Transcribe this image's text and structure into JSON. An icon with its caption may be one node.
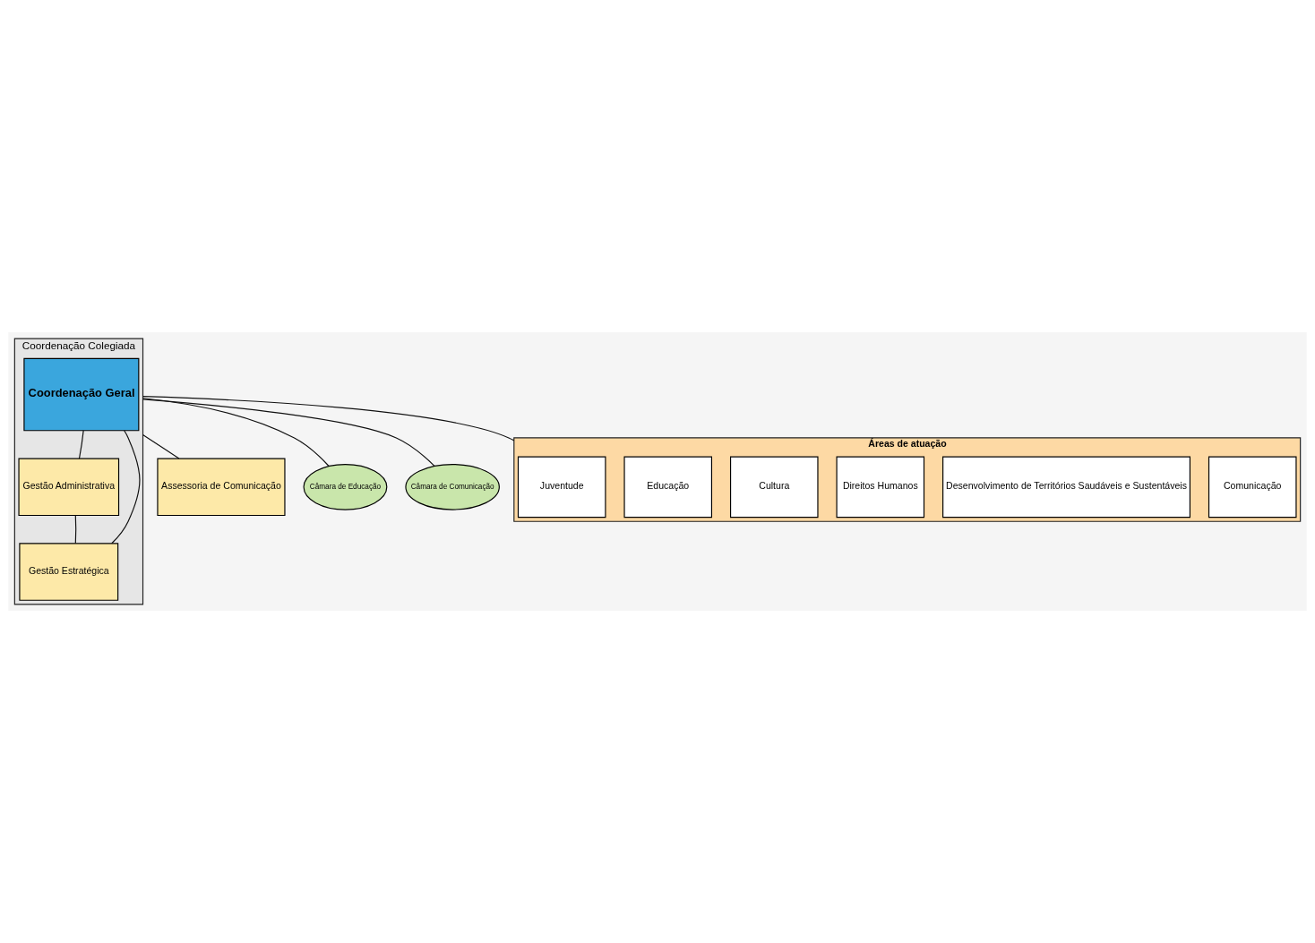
{
  "diagram": {
    "nodes": [
      {
        "text": [
          "Coordenação Colegiada"
        ]
      },
      {
        "text": [
          "Coordenação Geral"
        ],
        "in": 0
      },
      {
        "text": [
          "Gestão Administrativa"
        ],
        "in": 0
      },
      {
        "text": [
          "Gestão Estratégica"
        ],
        "in": 0
      },
      {
        "text": [
          "Assessoria de Comunicação"
        ]
      },
      {
        "text": [
          "Câmara de Educação"
        ]
      },
      {
        "text": [
          "Câmara de Comunicação"
        ]
      },
      {
        "text": [
          "Áreas de atuação"
        ]
      },
      {
        "text": [
          "Juventude"
        ],
        "in": 7
      },
      {
        "text": [
          "Educação"
        ],
        "in": 7
      },
      {
        "text": [
          "Cultura"
        ],
        "in": 7
      },
      {
        "text": [
          "Direitos Humanos"
        ],
        "in": 7
      },
      {
        "text": [
          "Desenvolvimento de Territórios Saudáveis e Sustentáveis"
        ],
        "in": 7
      },
      {
        "text": [
          "Comunicação"
        ],
        "in": 7
      }
    ],
    "edges": [
      {
        "from": 1,
        "to": 2,
        "arrow": "none"
      },
      {
        "from": 1,
        "to": 3,
        "arrow": "none"
      },
      {
        "from": 2,
        "to": 3,
        "arrow": "none"
      },
      {
        "from": 0,
        "to": 4,
        "arrow": "none"
      },
      {
        "from": 0,
        "to": 5,
        "arrow": "none"
      },
      {
        "from": 0,
        "to": 6,
        "arrow": "none"
      },
      {
        "from": 0,
        "to": 7,
        "arrow": "none"
      }
    ]
  }
}
